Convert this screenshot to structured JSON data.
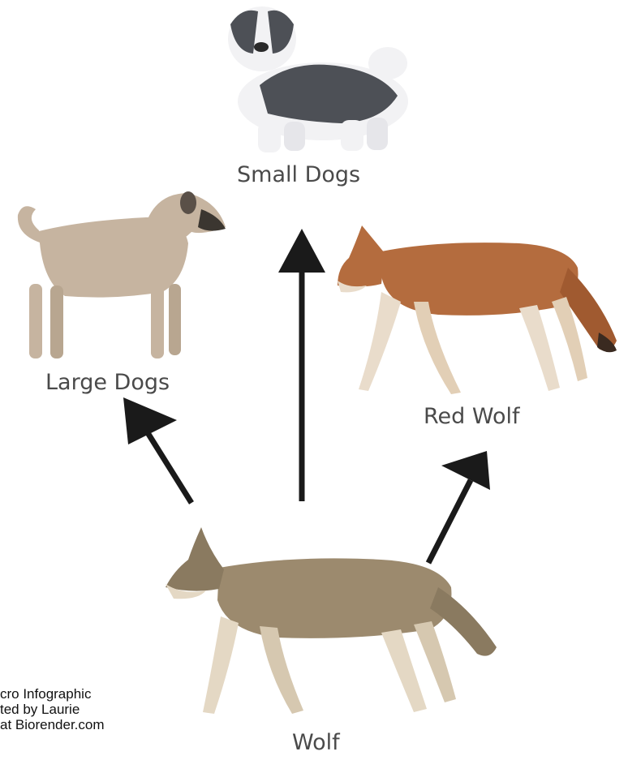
{
  "labels": {
    "top": "Small Dogs",
    "left": "Large Dogs",
    "right": "Red Wolf",
    "bottom": "Wolf"
  },
  "credit": {
    "line1": "cro Infographic",
    "line2": "ted by Laurie",
    "line3": "at Biorender.com"
  },
  "colors": {
    "arrow": "#1a1a1a",
    "label": "#4a4a4a",
    "small_dog_white": "#f2f2f4",
    "small_dog_gray": "#4d5056",
    "large_dog": "#c6b4a0",
    "red_wolf": "#b46c3e",
    "wolf": "#9c8a6e"
  },
  "icons": [
    "small-dog-illustration",
    "large-dog-illustration",
    "red-wolf-illustration",
    "wolf-illustration"
  ]
}
